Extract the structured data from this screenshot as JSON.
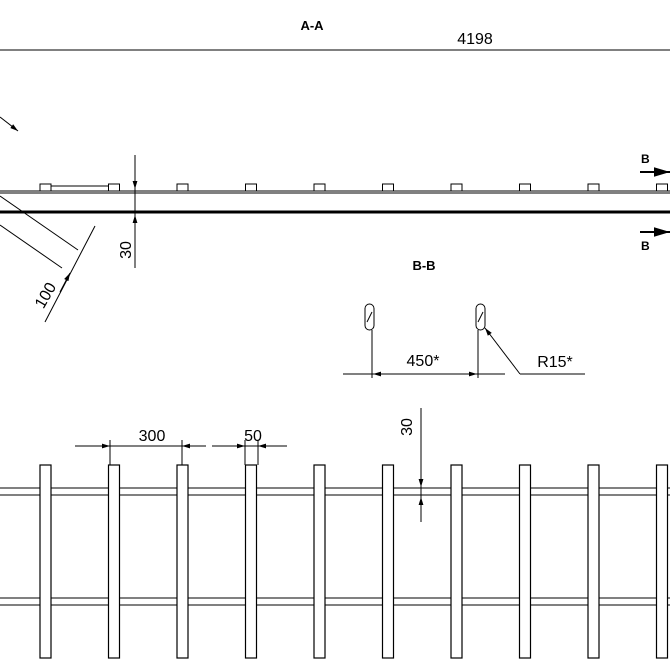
{
  "section_aa": {
    "title": "A-A",
    "overall_length": "4198",
    "spacing_dim": "100",
    "height_dim": "30",
    "arrow_label_top": "B",
    "arrow_label_bottom": "B"
  },
  "section_bb": {
    "title": "B-B",
    "spacing_dim": "450*",
    "radius_dim": "R15*"
  },
  "plan": {
    "pitch_dim": "300",
    "bar_width_dim": "50",
    "height_dim": "30",
    "bar_count": 10
  }
}
